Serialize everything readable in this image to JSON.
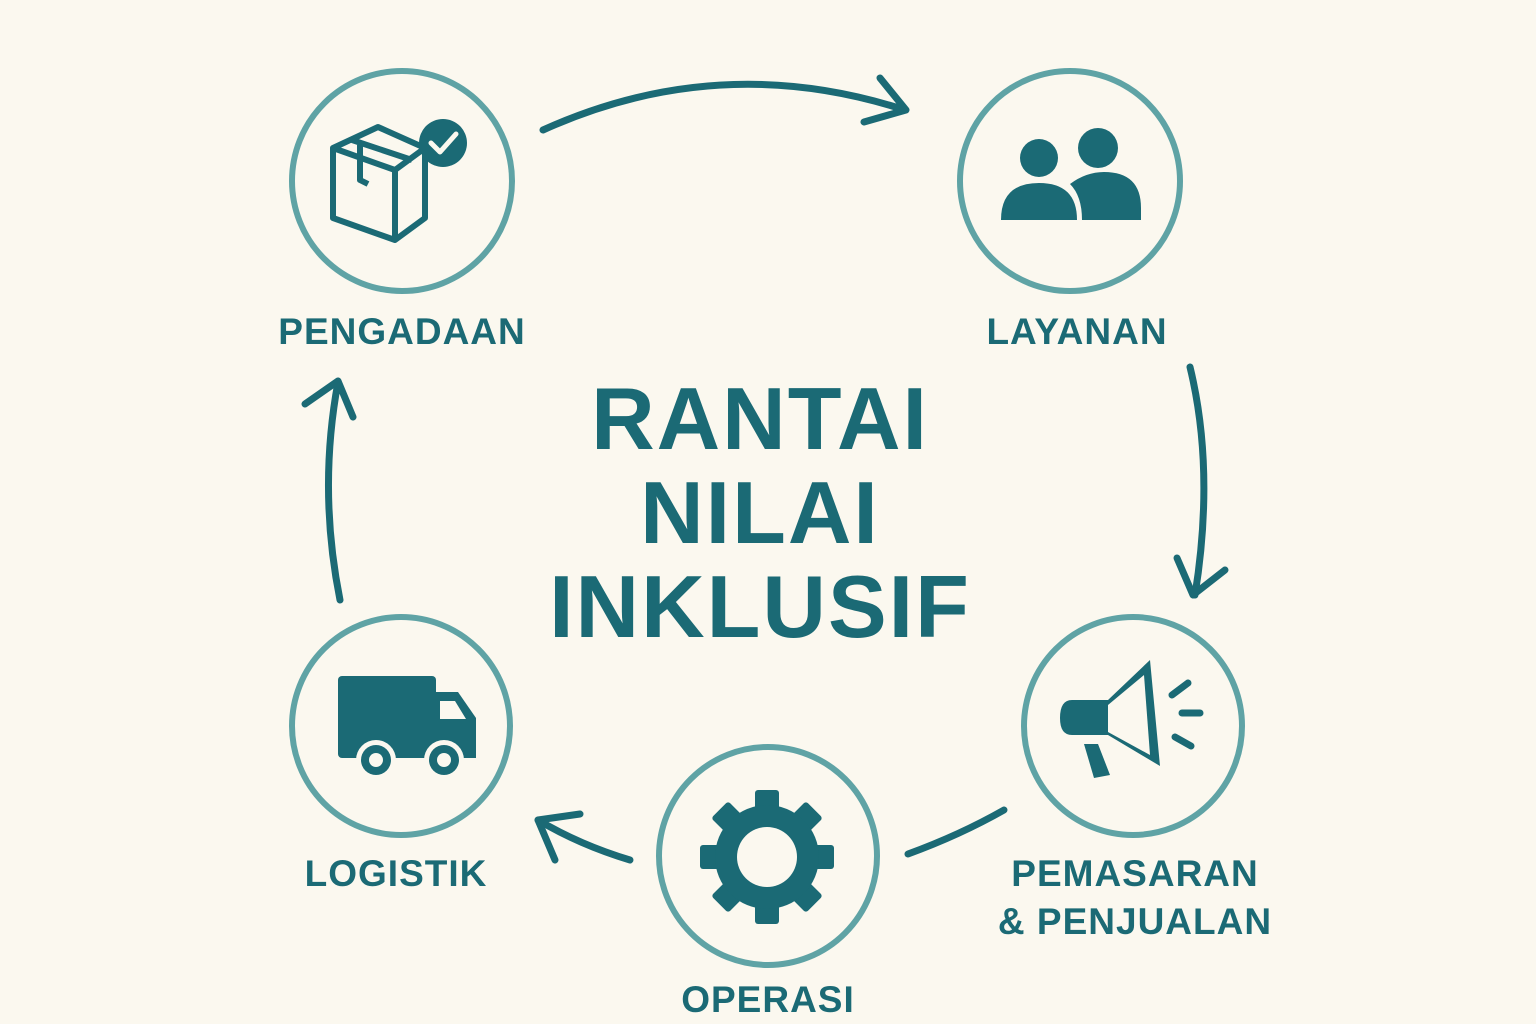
{
  "title": {
    "line1": "RANTAI",
    "line2": "NILAI",
    "line3": "INKLUSIF"
  },
  "nodes": [
    {
      "id": "pengadaan",
      "label": "PENGADAAN",
      "icon": "box-check-icon"
    },
    {
      "id": "layanan",
      "label": "LAYANAN",
      "icon": "users-icon"
    },
    {
      "id": "pemasaran",
      "label_line1": "PEMASARAN",
      "label_line2": "& PENJUALAN",
      "icon": "megaphone-icon"
    },
    {
      "id": "operasi",
      "label": "OPERASI",
      "icon": "gear-icon"
    },
    {
      "id": "logistik",
      "label": "LOGISTIK",
      "icon": "truck-icon"
    }
  ],
  "flow": [
    "PENGADAAN",
    "LAYANAN",
    "PEMASARAN & PENJUALAN",
    "OPERASI",
    "LOGISTIK",
    "PENGADAAN"
  ],
  "colors": {
    "background": "#fbf8ef",
    "primary": "#1b6a75",
    "ring": "#5fa3a5"
  }
}
